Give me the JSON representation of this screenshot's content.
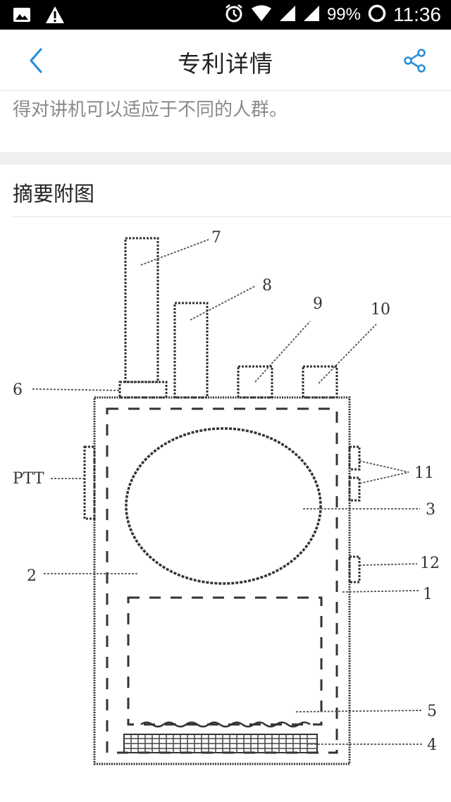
{
  "status_bar": {
    "battery": "99%",
    "time": "11:36",
    "left_icons": [
      "image-icon",
      "warning-icon"
    ],
    "right_icons": [
      "alarm-icon",
      "wifi-icon",
      "signal-icon",
      "signal-icon",
      "battery-icon"
    ]
  },
  "header": {
    "title": "专利详情",
    "back_icon": "chevron-left-icon",
    "share_icon": "share-icon",
    "accent_color": "#2a8fd8"
  },
  "content": {
    "description_tail": "得对讲机可以适应于不同的人群。",
    "abstract_section_title": "摘要附图"
  },
  "figure": {
    "labels": {
      "l7": "7",
      "l8": "8",
      "l9": "9",
      "l10": "10",
      "l6": "6",
      "ptt": "PTT",
      "l11": "11",
      "l3": "3",
      "l2": "2",
      "l12": "12",
      "l1": "1",
      "l5": "5",
      "l4": "4"
    }
  }
}
